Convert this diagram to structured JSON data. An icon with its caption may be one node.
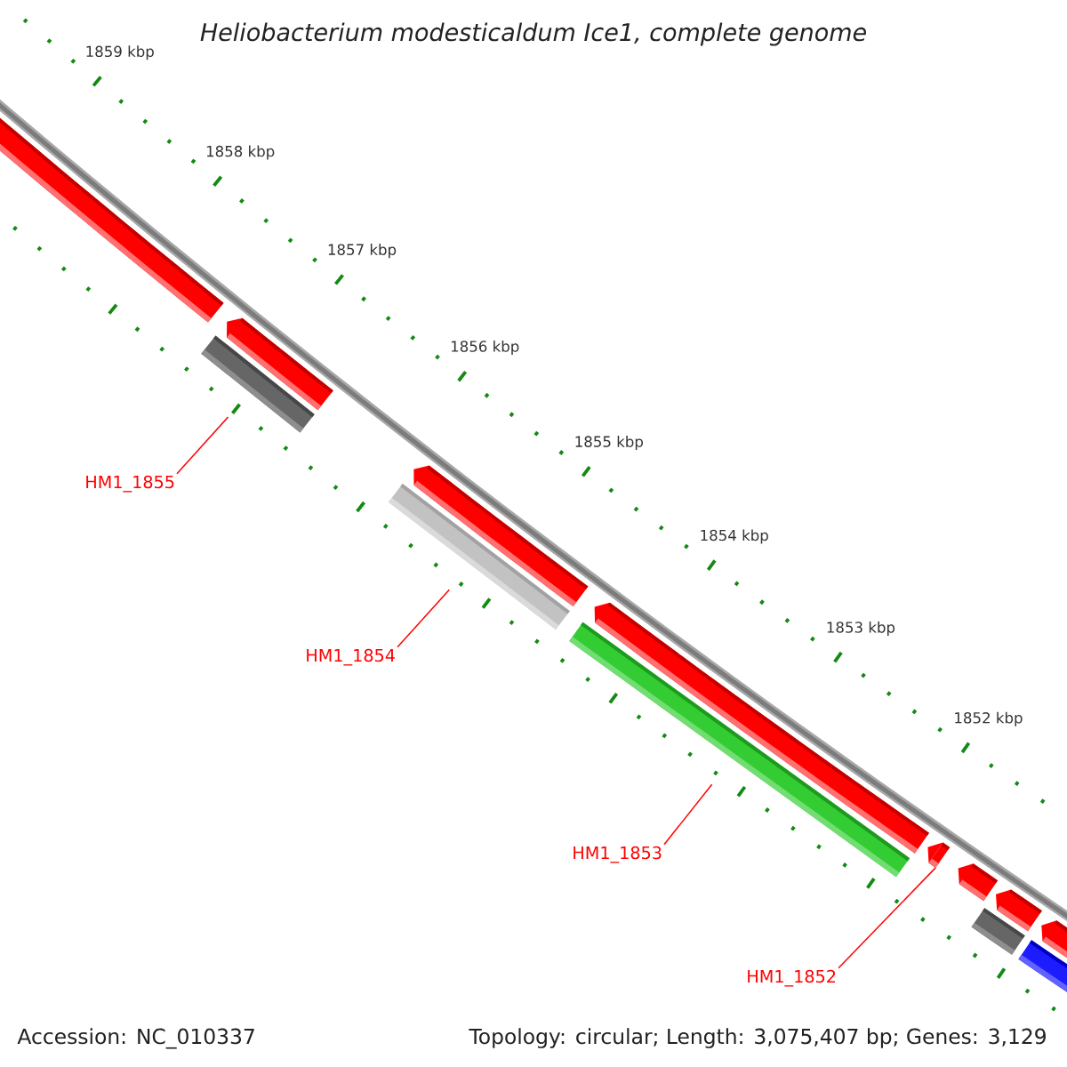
{
  "diagram": {
    "title": "Heliobacterium modesticaldum Ice1, complete genome",
    "nodes": [
      {
        "text": [],
        "shape": "bar"
      },
      {
        "text": [
          "HM1_1855"
        ]
      },
      {
        "text": [],
        "shape": "bar"
      },
      {
        "text": [
          "HM1_1854"
        ]
      },
      {
        "text": [],
        "shape": "bar"
      },
      {
        "text": [
          "HM1_1853"
        ]
      },
      {
        "text": [],
        "shape": "bar"
      },
      {
        "text": [
          "HM1_1852"
        ]
      }
    ],
    "edges": [
      {
        "from": 1,
        "to": 0,
        "arrow": "none"
      },
      {
        "from": 3,
        "to": 2,
        "arrow": "none"
      },
      {
        "from": 5,
        "to": 4,
        "arrow": "none"
      },
      {
        "from": 7,
        "to": 6,
        "arrow": "none"
      }
    ],
    "labels": [
      "1859 kbp",
      "1858 kbp",
      "1857 kbp",
      "1856 kbp",
      "1855 kbp",
      "1854 kbp",
      "1853 kbp",
      "1852 kbp",
      "Accession: NC_010337",
      "Topology: circular; Length: 3,075,407 bp; Genes: 3,129"
    ]
  }
}
